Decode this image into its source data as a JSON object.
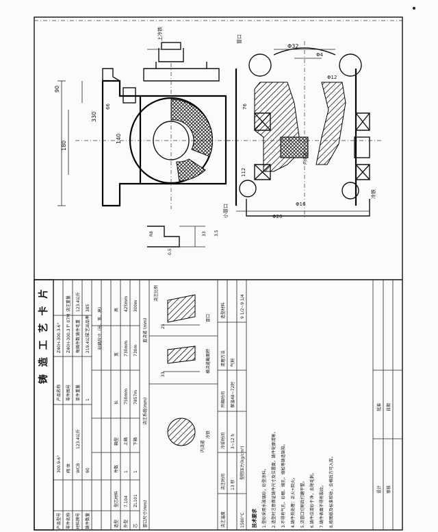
{
  "card": {
    "title": "铸 造 工 艺 卡 片"
  },
  "header_left": {
    "product_model_label": "产品型号",
    "product_model_value": "300.9-6°",
    "part_name_label": "零件名称",
    "part_name_value": "阀 体",
    "material_grade_label": "材料牌号",
    "material_grade_value": "WCB",
    "casting_count_label": "铸件数量",
    "casting_count_value": "90"
  },
  "header_right": {
    "product_name_label": "产品名称",
    "drawing_no_label": "零件图号",
    "drawing_no_value": "Z40H-300.3-6°",
    "drawing_no_alt": "Z40H-300.3 f° 07M",
    "single_weight_label": "单件重量",
    "single_weight_value": "123.4公斤",
    "casting_total_label": "铸件毛重",
    "casting_total_value": "123.4公斤",
    "pieces_per_box_label": "每箱件数",
    "pieces_per_box_value": "1",
    "process_yield_label": "工艺出品率",
    "process_yield_value": "219.4公斤",
    "pour_weight_label": "浇注重量",
    "pour_weight_value": "385",
    "flask_label": "砂箱尺寸（长、宽、高）"
  },
  "mold_table": {
    "headers": [
      "造型",
      "型芯材料",
      "件数",
      "箱型",
      "长",
      "宽",
      "高"
    ],
    "rows": [
      [
        "外型",
        "7.104",
        "1",
        "上箱",
        "750mm",
        "730mm",
        "425mm"
      ],
      [
        "芯",
        "ZL101",
        "1",
        "下箱",
        "7857m",
        "730m",
        "300m"
      ]
    ],
    "riser_label": "冒口尺寸(mm)",
    "gate_label": "浇注系统(mm)",
    "gate_section_label": "横浇道截面积",
    "ingate_label": "内浇道",
    "ingate_dim": "33",
    "sprue_label": "直浇道 (mm)",
    "riser_dim": "25",
    "gate_ratio_label": "浇注比例"
  },
  "pour_table": {
    "pour_temp_label": "浇注温度",
    "pour_temp_value": "1580°C",
    "pour_time_label": "浇注时间",
    "pour_time_value": "13 秒",
    "cool_label": "冷却时间",
    "cool_value": "3~12 h",
    "box_pressure_label": "型腔压力(kg/cm²)",
    "unboxing_label": "开箱时间",
    "unboxing_value": "保温48~72时",
    "clean_label": "清理方法",
    "clean_value": "气割",
    "sand_label": "造型材料",
    "sand_value": "9 1/2~9 1/4"
  },
  "notes": {
    "heading": "技术要求",
    "items": [
      "1.型砂采用水玻璃砂，砂型涂料。",
      "2.造型时注意保证铸件尺寸及位置度，铸件轮廓清晰。",
      "3.不得有气孔、砂眼、缩孔、缩松等铸造缺陷。",
      "4.铸件热处理：正火+回火。",
      "5.浇冒口切割后打磨平整。",
      "6.铸件应清砂干净，去除毛刺。",
      "7.铸件表面不得有裂纹。",
      "8.按图纸及标准验收，合格后方可入库。"
    ]
  },
  "drawing": {
    "dim_top_left": "90",
    "dim_left_total": "330",
    "dim_left_mid": "180",
    "dim_mid": "140",
    "dim_small": "66",
    "dim_left_low": "76",
    "dim_right_1": "Φ32",
    "dim_right_2": "Φ4",
    "dim_right_3": "Φ12",
    "dim_bottom_1": "Φ20",
    "dim_bottom_2": "Φ16",
    "dim_bottom_3": "112",
    "label_top": "上冷铁",
    "label_bottom": "冷铁",
    "label_riser": "冒口",
    "label_gate": "内浇道",
    "label_sm": "小冒口",
    "detail_dim_1": "R8",
    "detail_dim_2": "33",
    "detail_dim_3": "3.5",
    "detail_dim_4": "0.5",
    "riser_sketch_label": "冒口",
    "chill_sketch_label": "冷铁"
  },
  "signoff": {
    "design_label": "设计",
    "check_label": "审核",
    "approve_label": "批准",
    "date_label": "日期"
  }
}
